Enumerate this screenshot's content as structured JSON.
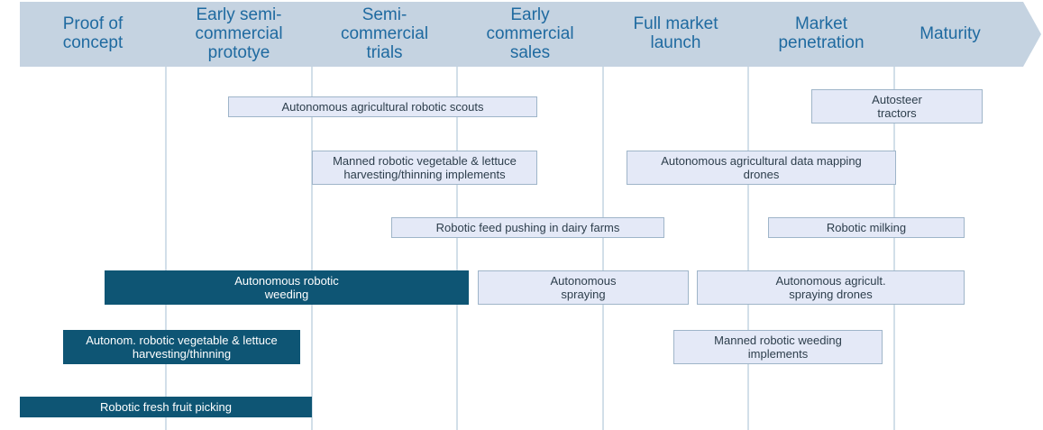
{
  "colors": {
    "arrow_band": "#c5d3e1",
    "stage_text": "#1f6aa0",
    "stage_line": "#a6bfd3",
    "light_bar_fill": "#e4e9f7",
    "light_bar_border": "#9fb5c9",
    "dark_bar_fill": "#0e5574"
  },
  "stages": [
    {
      "id": "proof",
      "label": "Proof of\nconcept"
    },
    {
      "id": "early-semi",
      "label": "Early semi-\ncommercial\nprototye"
    },
    {
      "id": "semi-trials",
      "label": "Semi-\ncommercial\ntrials"
    },
    {
      "id": "early-sales",
      "label": "Early\ncommercial\nsales"
    },
    {
      "id": "full-launch",
      "label": "Full market\nlaunch"
    },
    {
      "id": "penetration",
      "label": "Market\npenetration"
    },
    {
      "id": "maturity",
      "label": "Maturity"
    }
  ],
  "technologies": [
    {
      "id": "scouts",
      "label": "Autonomous agricultural robotic scouts",
      "style": "light"
    },
    {
      "id": "autosteer",
      "label": "Autosteer\ntractors",
      "style": "light"
    },
    {
      "id": "manned-harvest",
      "label": "Manned robotic vegetable & lettuce\nharvesting/thinning implements",
      "style": "light"
    },
    {
      "id": "mapping-drones",
      "label": "Autonomous agricultural data mapping\ndrones",
      "style": "light"
    },
    {
      "id": "feed-pushing",
      "label": "Robotic feed pushing in dairy farms",
      "style": "light"
    },
    {
      "id": "milking",
      "label": "Robotic milking",
      "style": "light"
    },
    {
      "id": "weeding",
      "label": "Autonomous robotic\nweeding",
      "style": "dark"
    },
    {
      "id": "spraying",
      "label": "Autonomous\nspraying",
      "style": "light"
    },
    {
      "id": "spraying-drones",
      "label": "Autonomous agricult.\nspraying drones",
      "style": "light"
    },
    {
      "id": "auto-harvest",
      "label": "Autonom. robotic vegetable & lettuce\nharvesting/thinning",
      "style": "dark"
    },
    {
      "id": "manned-weeding",
      "label": "Manned robotic weeding\nimplements",
      "style": "light"
    },
    {
      "id": "fruit-picking",
      "label": "Robotic fresh fruit picking",
      "style": "dark"
    }
  ]
}
